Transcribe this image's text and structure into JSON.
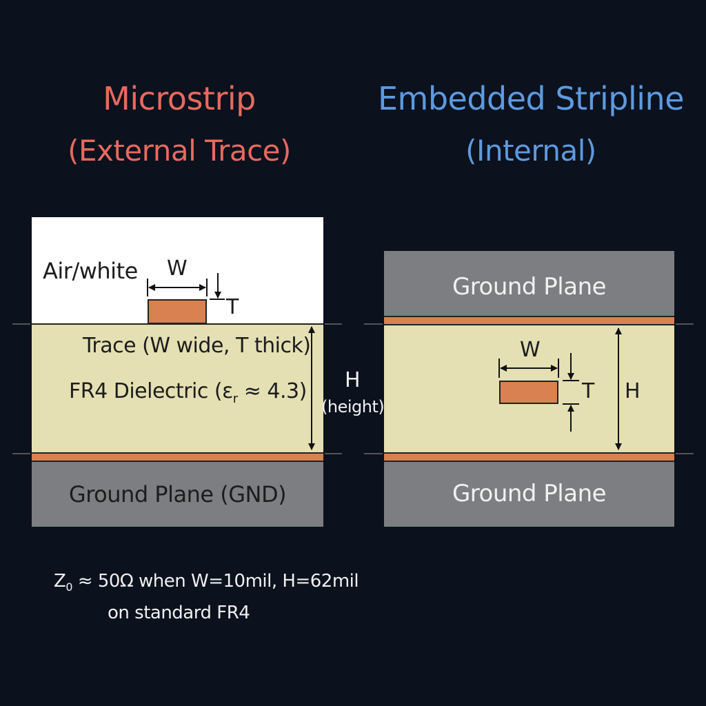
{
  "colors": {
    "background": "#0b111d",
    "microstrip_title": "#e86a5e",
    "stripline_title": "#5d9ae0",
    "dielectric": "#e4e0b3",
    "ground": "#7d7e81",
    "copper": "#d98150",
    "air": "#ffffff"
  },
  "microstrip": {
    "title": "Microstrip",
    "subtitle": "(External Trace)",
    "air_label": "Air/white",
    "w_label": "W",
    "t_label": "T",
    "trace_label": "Trace (W wide, T thick)",
    "dielectric_prefix": "FR4 Dielectric (ε",
    "dielectric_sub": "r",
    "dielectric_suffix": " ≈ 4.3)",
    "h_label": "H",
    "h_desc": "(height)",
    "ground_label": "Ground Plane (GND)",
    "note_z": "Z",
    "note_z_sub": "0",
    "note_line1_rest": " ≈ 50Ω when W=10mil, H=62mil",
    "note_line2": "on standard FR4"
  },
  "stripline": {
    "title": "Embedded Stripline",
    "subtitle": "(Internal)",
    "top_ground_label": "Ground Plane",
    "bottom_ground_label": "Ground Plane",
    "w_label": "W",
    "t_label": "T",
    "h_label": "H"
  }
}
